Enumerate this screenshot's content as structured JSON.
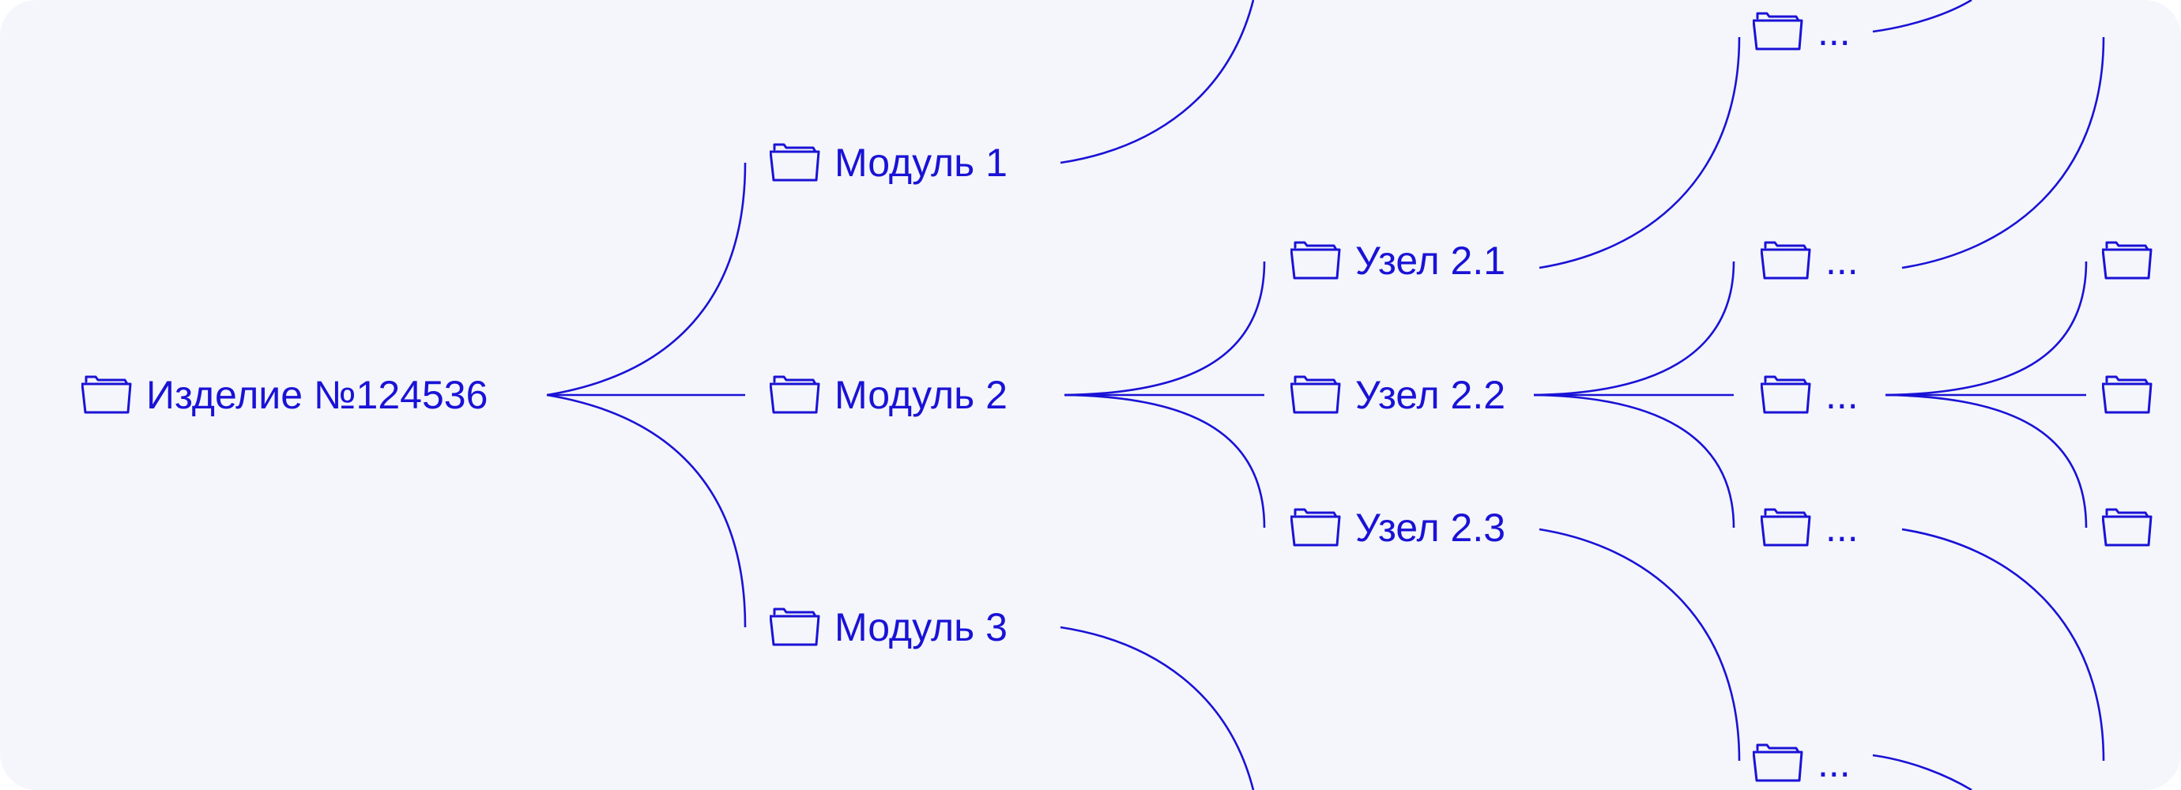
{
  "colors": {
    "background": "#f4f6fb",
    "accent": "#1a12d6"
  },
  "tree": {
    "root": {
      "label": "Изделие №124536",
      "icon": "folder-icon"
    },
    "modules": [
      {
        "label": "Модуль 1",
        "icon": "folder-icon"
      },
      {
        "label": "Модуль 2",
        "icon": "folder-icon"
      },
      {
        "label": "Модуль 3",
        "icon": "folder-icon"
      }
    ],
    "nodes": [
      {
        "label": "Узел 2.1",
        "icon": "folder-icon"
      },
      {
        "label": "Узел 2.2",
        "icon": "folder-icon"
      },
      {
        "label": "Узел 2.3",
        "icon": "folder-icon"
      }
    ],
    "sub_items": [
      {
        "label": "...",
        "icon": "folder-icon"
      },
      {
        "label": "...",
        "icon": "folder-icon"
      },
      {
        "label": "...",
        "icon": "folder-icon"
      },
      {
        "label": "...",
        "icon": "folder-icon"
      },
      {
        "label": "...",
        "icon": "folder-icon"
      }
    ],
    "edge_items": [
      {
        "label": "",
        "icon": "folder-icon"
      },
      {
        "label": "",
        "icon": "folder-icon"
      },
      {
        "label": "",
        "icon": "folder-icon"
      }
    ]
  }
}
